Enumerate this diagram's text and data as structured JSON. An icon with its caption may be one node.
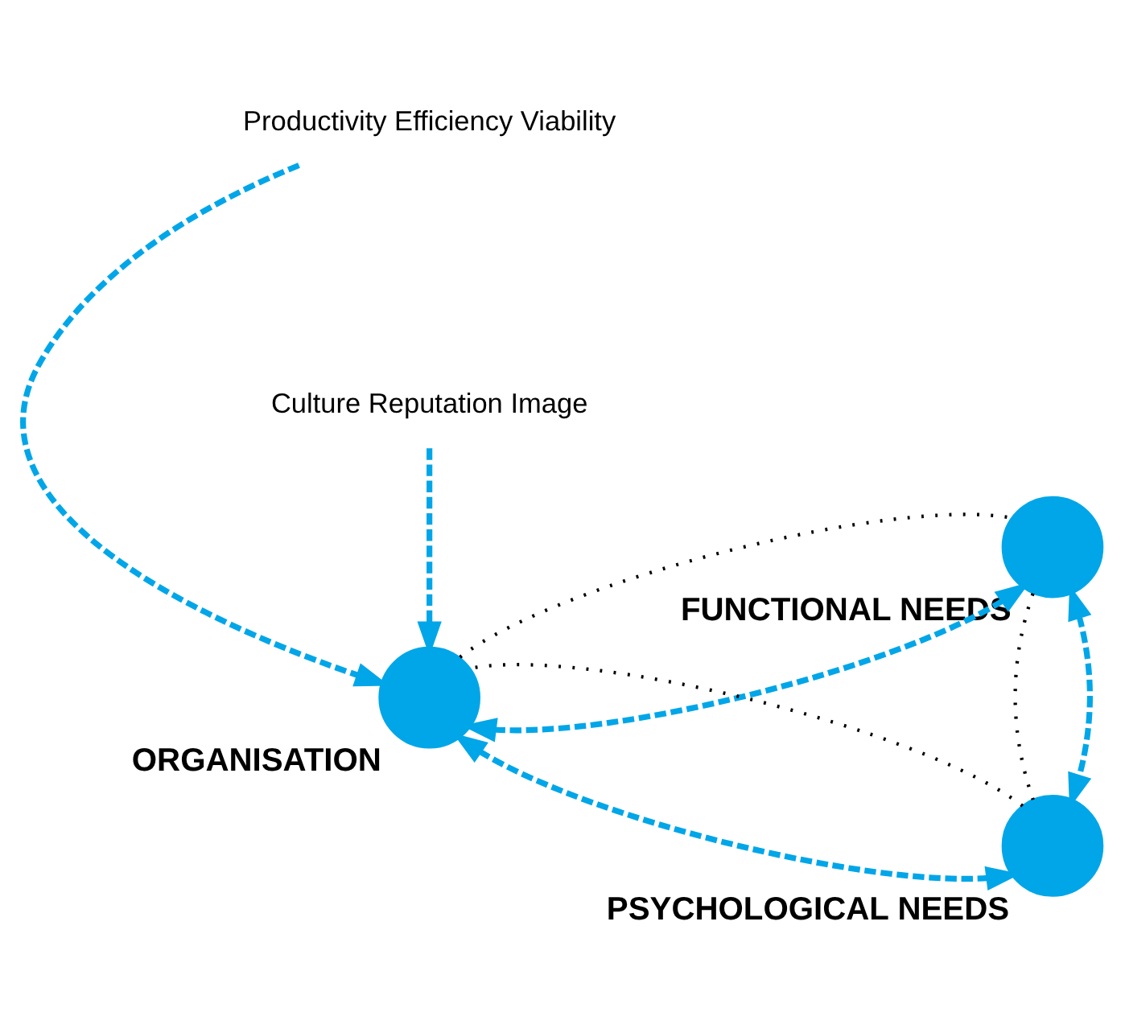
{
  "diagram": {
    "nodes": [
      {
        "text": [
          "Productivity Efficiency Viability"
        ]
      },
      {
        "text": [
          "FUNCTIONAL NEEDS"
        ]
      },
      {
        "text": [
          "ORGANISATION"
        ]
      },
      {
        "text": [
          "Culture Reputation Image"
        ]
      },
      {
        "text": [
          "PSYCHOLOGICAL NEEDS"
        ]
      }
    ],
    "edges": [
      {
        "from": 0,
        "to": 2,
        "arrow": "to",
        "style": "dashed"
      },
      {
        "from": 3,
        "to": 2,
        "arrow": "to",
        "style": "dashed"
      },
      {
        "from": 2,
        "to": 1,
        "arrow": "both",
        "style": "dashed"
      },
      {
        "from": 2,
        "to": 4,
        "arrow": "both",
        "style": "dashed"
      },
      {
        "from": 1,
        "to": 4,
        "arrow": "both",
        "style": "dashed"
      },
      {
        "from": 2,
        "to": 1,
        "arrow": "none",
        "style": "dashed",
        "color": "#000000"
      },
      {
        "from": 1,
        "to": 4,
        "arrow": "none",
        "style": "dashed",
        "color": "#000000"
      },
      {
        "from": 4,
        "to": 2,
        "arrow": "none",
        "style": "dashed",
        "color": "#000000"
      }
    ]
  }
}
